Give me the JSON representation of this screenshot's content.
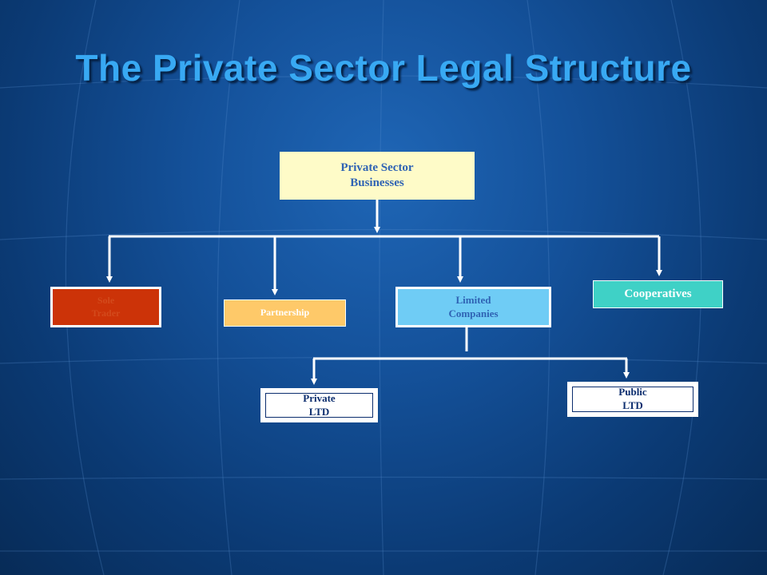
{
  "slide": {
    "title": "The Private Sector Legal Structure"
  },
  "diagram": {
    "root": {
      "line1": "Private Sector",
      "line2": "Businesses",
      "color": "#fefbc8"
    },
    "level1": [
      {
        "line1": "Sole",
        "line2": "Trader",
        "color": "#cc3308"
      },
      {
        "line1": "Partnership",
        "color": "#fec969"
      },
      {
        "line1": "Limited",
        "line2": "Companies",
        "color": "#6fccf5"
      },
      {
        "line1": "Cooperatives",
        "color": "#3fd1c6"
      }
    ],
    "level2": [
      {
        "line1": "Private",
        "line2": "LTD",
        "color": "#ffffff"
      },
      {
        "line1": "Public",
        "line2": "LTD",
        "color": "#ffffff"
      }
    ],
    "connector_color": "#ffffff",
    "background_color": "#14519a",
    "title_color": "#38a9f3"
  }
}
